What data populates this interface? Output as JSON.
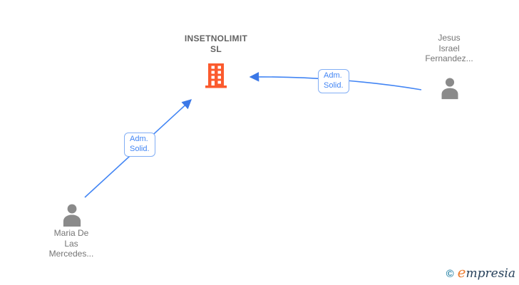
{
  "company": {
    "name_line1": "INSETNOLIMIT",
    "name_line2": "SL"
  },
  "person_right": {
    "name_line1": "Jesus",
    "name_line2": "Israel",
    "name_line3": "Fernandez..."
  },
  "person_left": {
    "name_line1": "Maria De",
    "name_line2": "Las",
    "name_line3": "Mercedes..."
  },
  "edge_right": {
    "label_line1": "Adm.",
    "label_line2": "Solid."
  },
  "edge_left": {
    "label_line1": "Adm.",
    "label_line2": "Solid."
  },
  "footer": {
    "copyright_symbol": "©",
    "brand_initial": "e",
    "brand_rest": "mpresia"
  },
  "colors": {
    "arrow_blue": "#4285f4",
    "label_border_blue": "#82aef5",
    "label_text_blue": "#4285f4",
    "building_orange": "#fb5a2d",
    "person_gray": "#8a8a8a",
    "name_text_gray": "#757575",
    "company_title_gray": "#636363",
    "logo_copyright_teal": "#2e86a8",
    "logo_initial_orange": "#ed7d31",
    "logo_text_navy": "#28425c"
  }
}
